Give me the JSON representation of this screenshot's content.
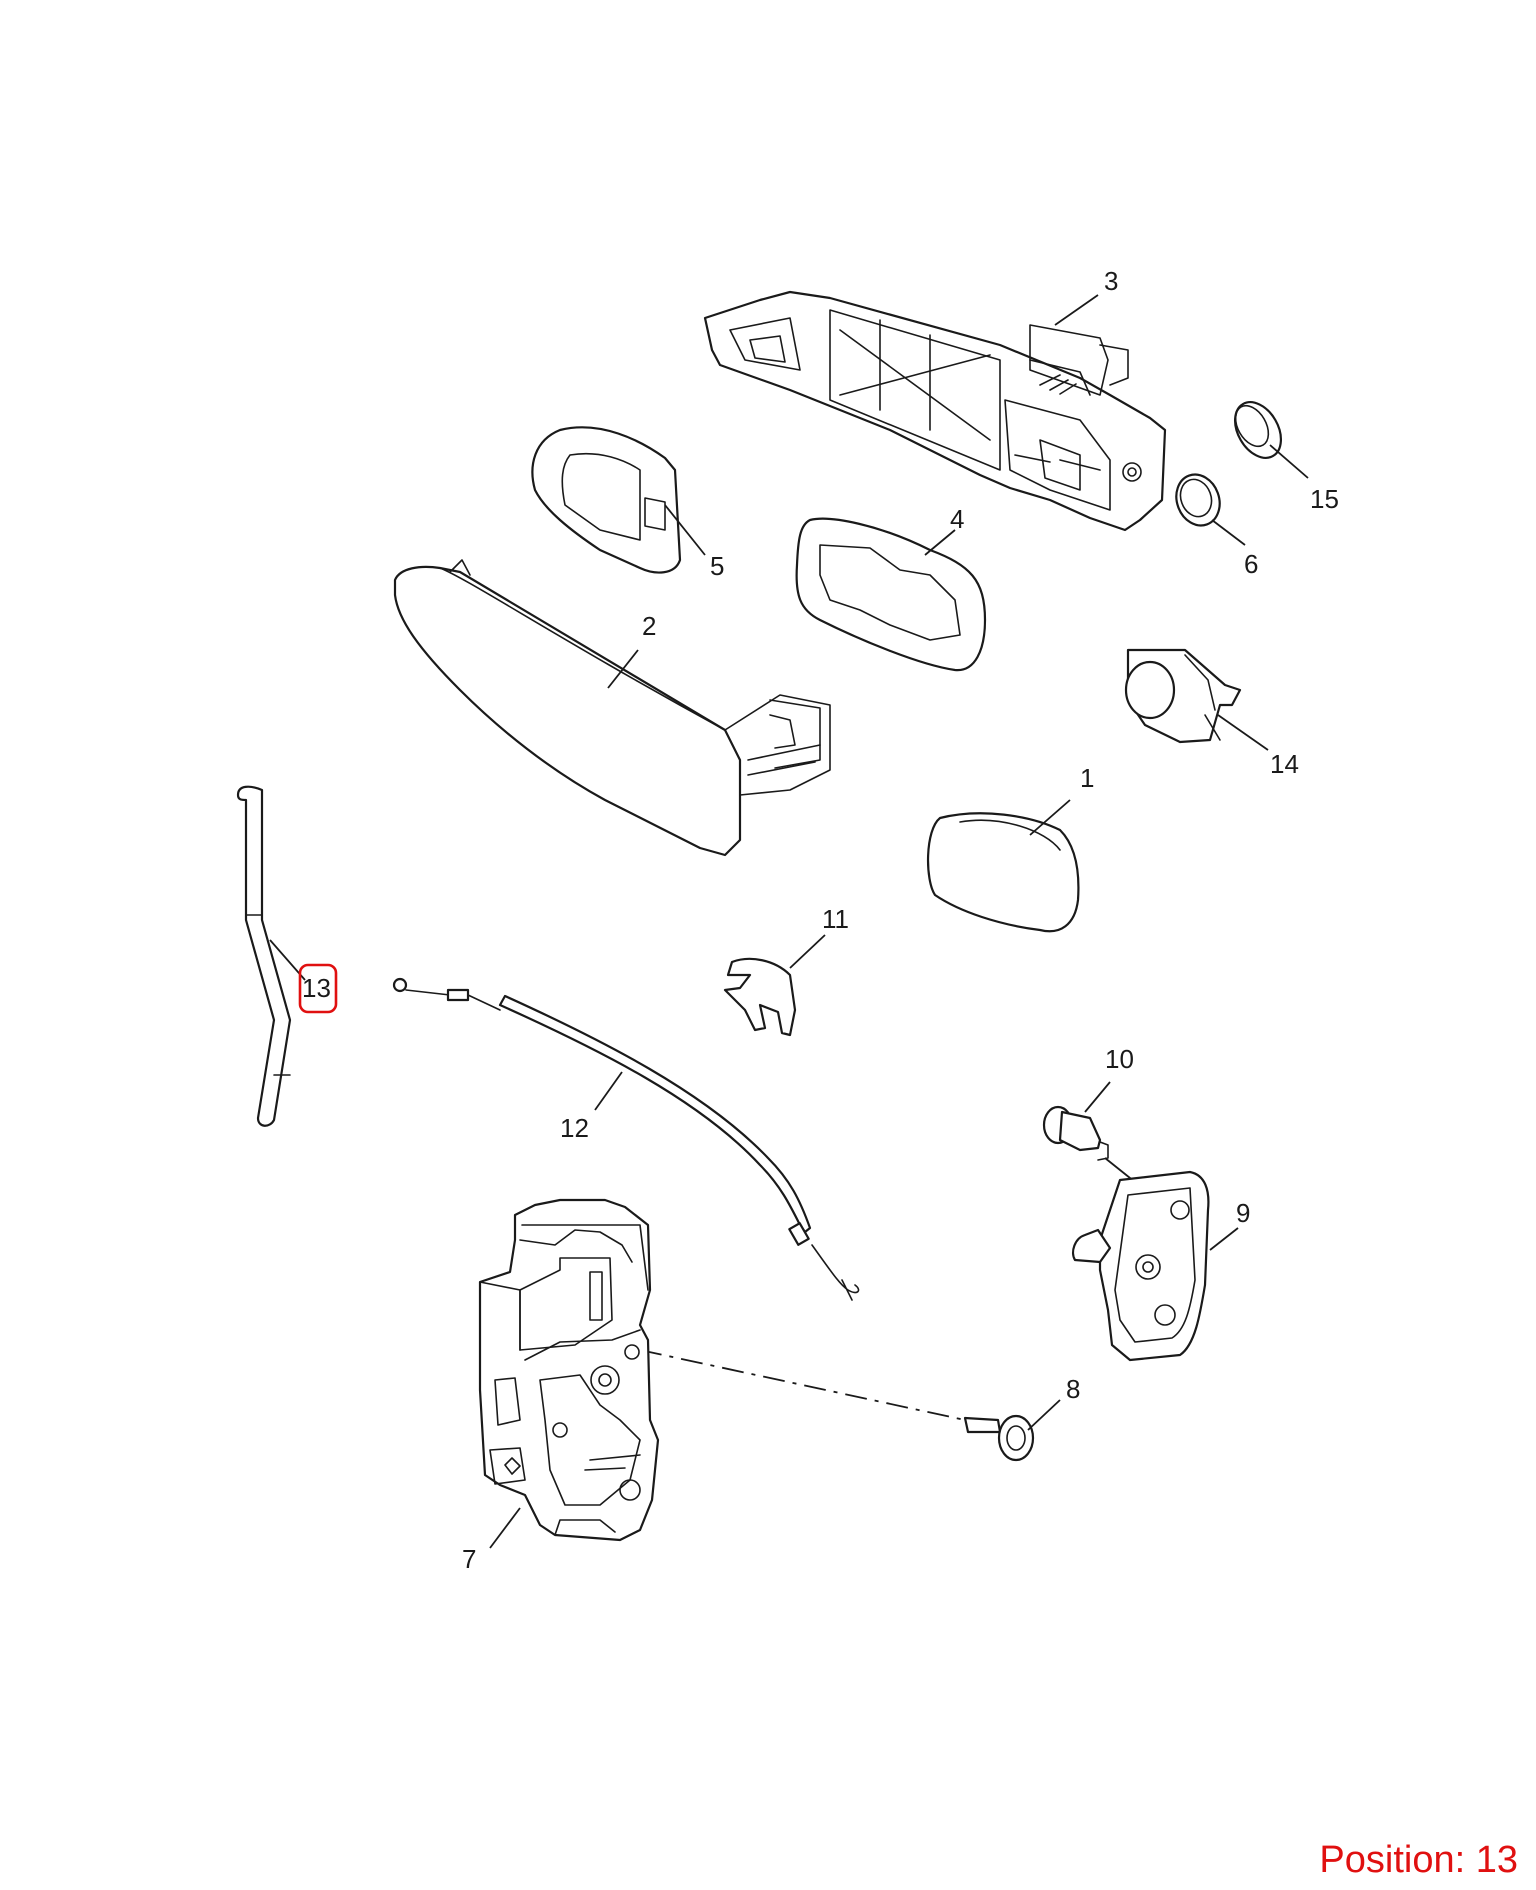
{
  "callouts": {
    "c1": "1",
    "c2": "2",
    "c3": "3",
    "c4": "4",
    "c5": "5",
    "c6": "6",
    "c7": "7",
    "c8": "8",
    "c9": "9",
    "c10": "10",
    "c11": "11",
    "c12": "12",
    "c13": "13",
    "c14": "14",
    "c15": "15"
  },
  "highlight": {
    "callout": "13",
    "color": "#e01010"
  },
  "position_label": "Position: 13",
  "colors": {
    "line": "#1a1a1a",
    "accent": "#e01010",
    "background": "#ffffff"
  }
}
